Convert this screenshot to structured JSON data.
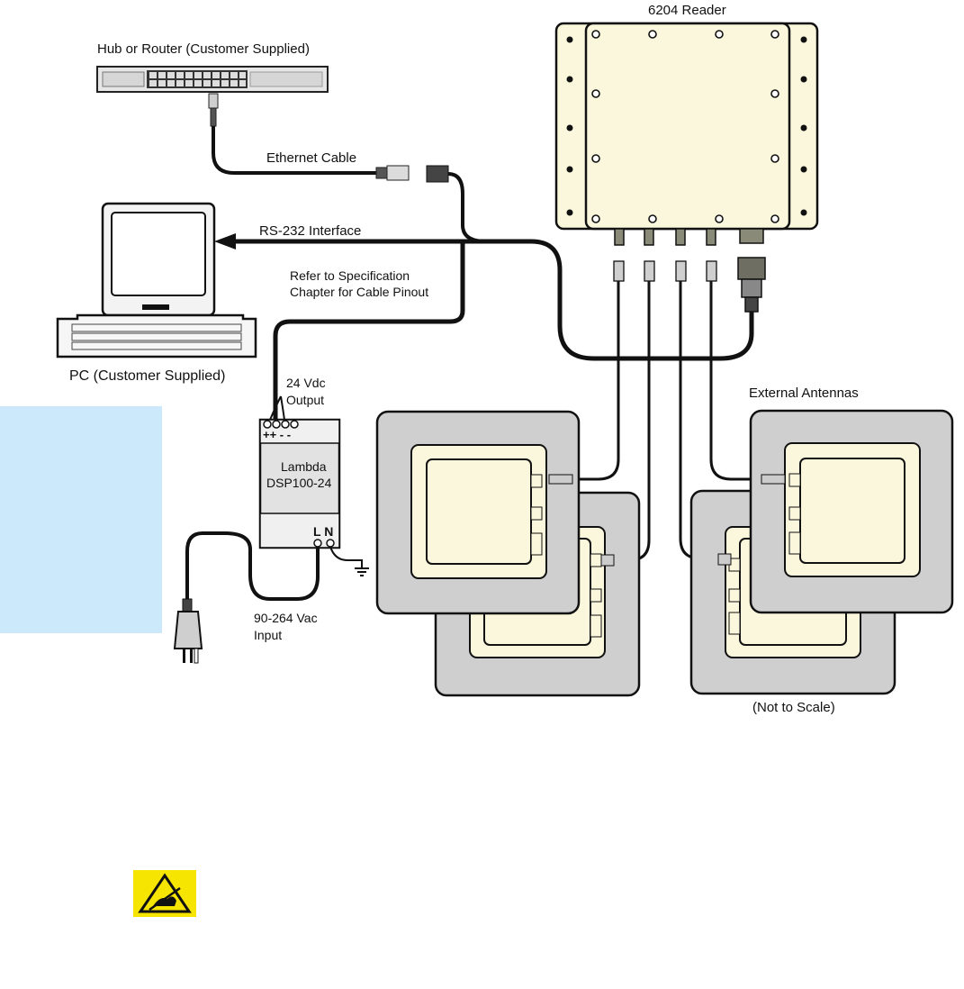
{
  "labels": {
    "reader": "6204 Reader",
    "hub": "Hub or Router (Customer Supplied)",
    "ethernet": "Ethernet Cable",
    "rs232": "RS-232 Interface",
    "refer_line1": "Refer to Specification",
    "refer_line2": "Chapter for Cable Pinout",
    "pc": "PC (Customer Supplied)",
    "vdc_line1": "24 Vdc",
    "vdc_line2": "Output",
    "psu_line1": "Lambda",
    "psu_line2": "DSP100-24",
    "psu_terminals": "++ - -",
    "psu_ln": "L N",
    "vac_line1": "90-264 Vac",
    "vac_line2": "Input",
    "antennas": "External Antennas",
    "not_to_scale": "(Not to Scale)"
  },
  "colors": {
    "reader_fill": "#fbf7dc",
    "antenna_outer": "#cfcfcf",
    "antenna_inner": "#fbf7dc",
    "cable": "#111111",
    "side_panel": "#cce8fb",
    "esd_yellow": "#f6e500"
  },
  "icons": [
    "router-icon",
    "pc-icon",
    "power-supply-icon",
    "power-plug-icon",
    "ground-icon",
    "esd-warning-icon"
  ]
}
